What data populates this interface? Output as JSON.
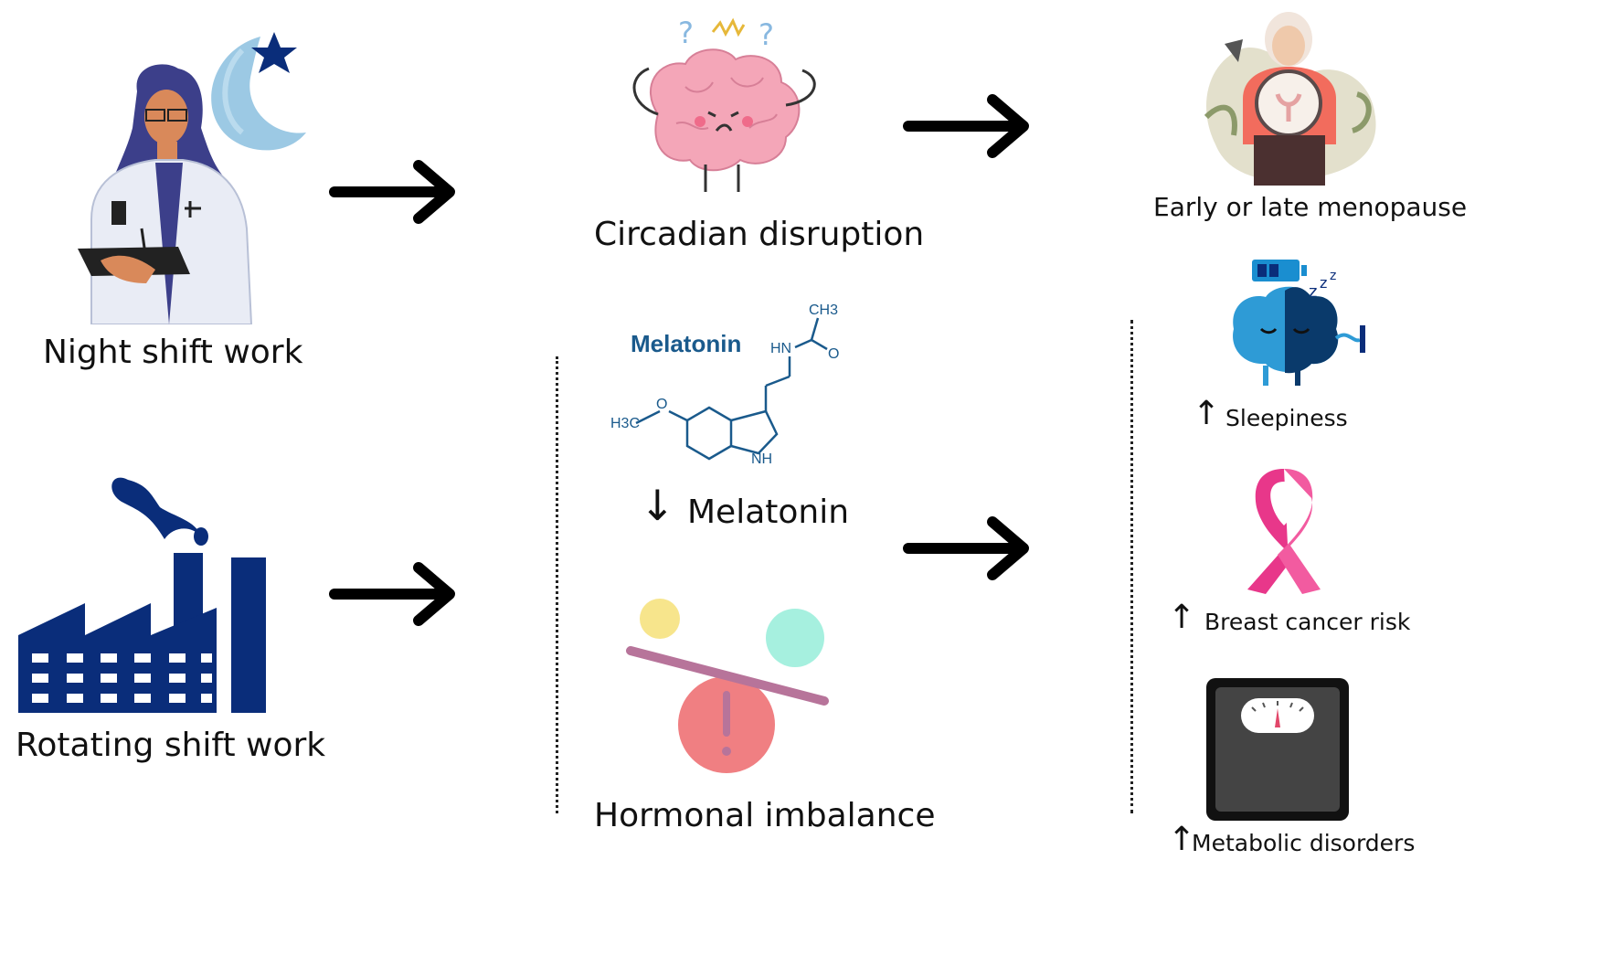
{
  "causes": [
    {
      "label": "Night shift work",
      "icon": "doctor-night-icon"
    },
    {
      "label": "Rotating shift work",
      "icon": "factory-icon"
    }
  ],
  "mechanisms": {
    "circadian": {
      "label": "Circadian disruption",
      "icon": "confused-brain-icon"
    },
    "melatonin": {
      "label": "Melatonin",
      "direction": "↓",
      "icon": "melatonin-molecule-icon",
      "structure_text": {
        "name": "Melatonin",
        "ch3": "CH3",
        "hn": "HN",
        "o_carbonyl": "O",
        "o_methoxy": "O",
        "h3c": "H3C",
        "nh": "NH"
      }
    },
    "hormonal": {
      "label": "Hormonal imbalance",
      "icon": "imbalance-scale-icon"
    }
  },
  "outcomes": [
    {
      "label": "Early or late menopause",
      "direction": "",
      "icon": "menopause-woman-icon"
    },
    {
      "label": "Sleepiness",
      "direction": "↑",
      "icon": "sleepy-brain-icon"
    },
    {
      "label": "Breast cancer risk",
      "direction": "↑",
      "icon": "pink-ribbon-icon"
    },
    {
      "label": "Metabolic disorders",
      "direction": "↑",
      "icon": "weight-scale-icon"
    }
  ],
  "colors": {
    "navy": "#0a2d7a",
    "molecule": "#1a5a8c",
    "brain_pink": "#f4a6b8",
    "ribbon_pink": "#e8378a",
    "moon_blue": "#9cc9e4",
    "scale_purple": "#b7749a",
    "alert_red": "#f07f82",
    "ball_yellow": "#f7e58c",
    "ball_teal": "#a6f0df"
  }
}
